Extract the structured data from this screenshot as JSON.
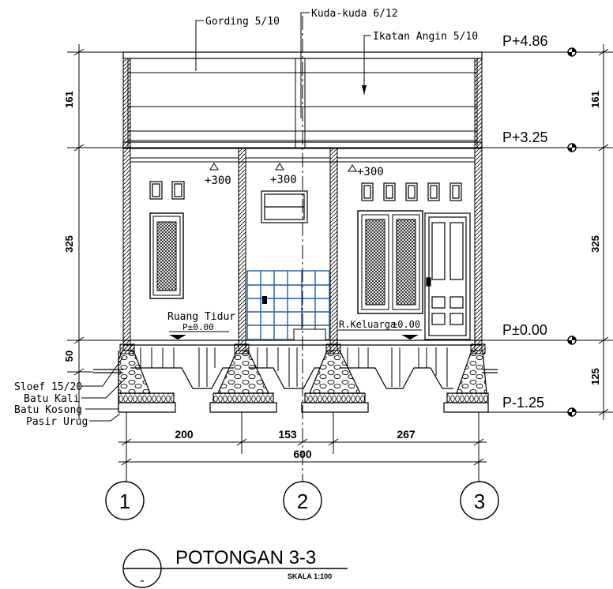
{
  "callouts": {
    "gording": "Gording 5/10",
    "kuda_kuda": "Kuda-kuda 6/12",
    "ikatan_angin": "Ikatan Angin 5/10"
  },
  "levels": {
    "roof_top": "P+4.86",
    "ring_balk": "P+3.25",
    "floor": "P±0.00",
    "foundation": "P-1.25"
  },
  "vertical_dims": {
    "roof": "161",
    "wall": "325",
    "plinth": "50",
    "foundation": "125"
  },
  "ceiling_marks": {
    "left": "+300",
    "middle": "+300",
    "right": "+300"
  },
  "rooms": {
    "left_name": "Ruang Tidur",
    "left_level": "P±0.00",
    "right_name": "R.Keluarga",
    "right_level": "±0.00"
  },
  "foundation_labels": {
    "sloef": "Sloef 15/20",
    "batu_kali": "Batu Kali",
    "batu_kosong": "Batu Kosong",
    "pasir_urug": "Pasir Urug"
  },
  "horizontal_dims": {
    "span1": "200",
    "span2": "153",
    "span3": "267",
    "total": "600"
  },
  "grid_axes": [
    "1",
    "2",
    "3"
  ],
  "title": {
    "mark": "-",
    "name": "POTONGAN 3-3",
    "scale": "SKALA 1:100"
  },
  "colors": {
    "line": "#000000",
    "tile": "#1f5fa8"
  }
}
